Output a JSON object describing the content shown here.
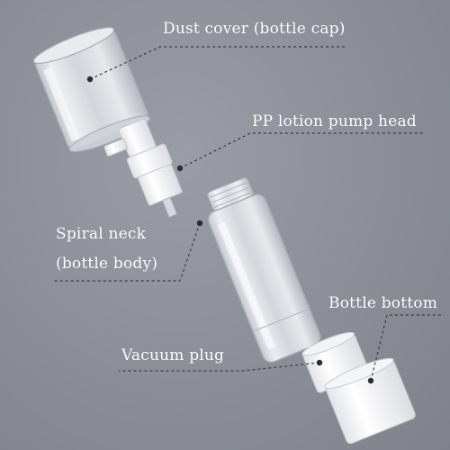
{
  "labels": {
    "dust_cover": "Dust cover (bottle cap)",
    "pump_head": "PP lotion pump head",
    "spiral_neck_line1": "Spiral neck",
    "spiral_neck_line2": "(bottle body)",
    "bottle_bottom": "Bottle bottom",
    "vacuum_plug": "Vacuum plug"
  },
  "colors": {
    "background": "#8a8d96",
    "label_text": "#ffffff",
    "leader_line": "#3a3d44",
    "white_part": "#f7f7f7",
    "clear_part": "#dfe2e8"
  }
}
